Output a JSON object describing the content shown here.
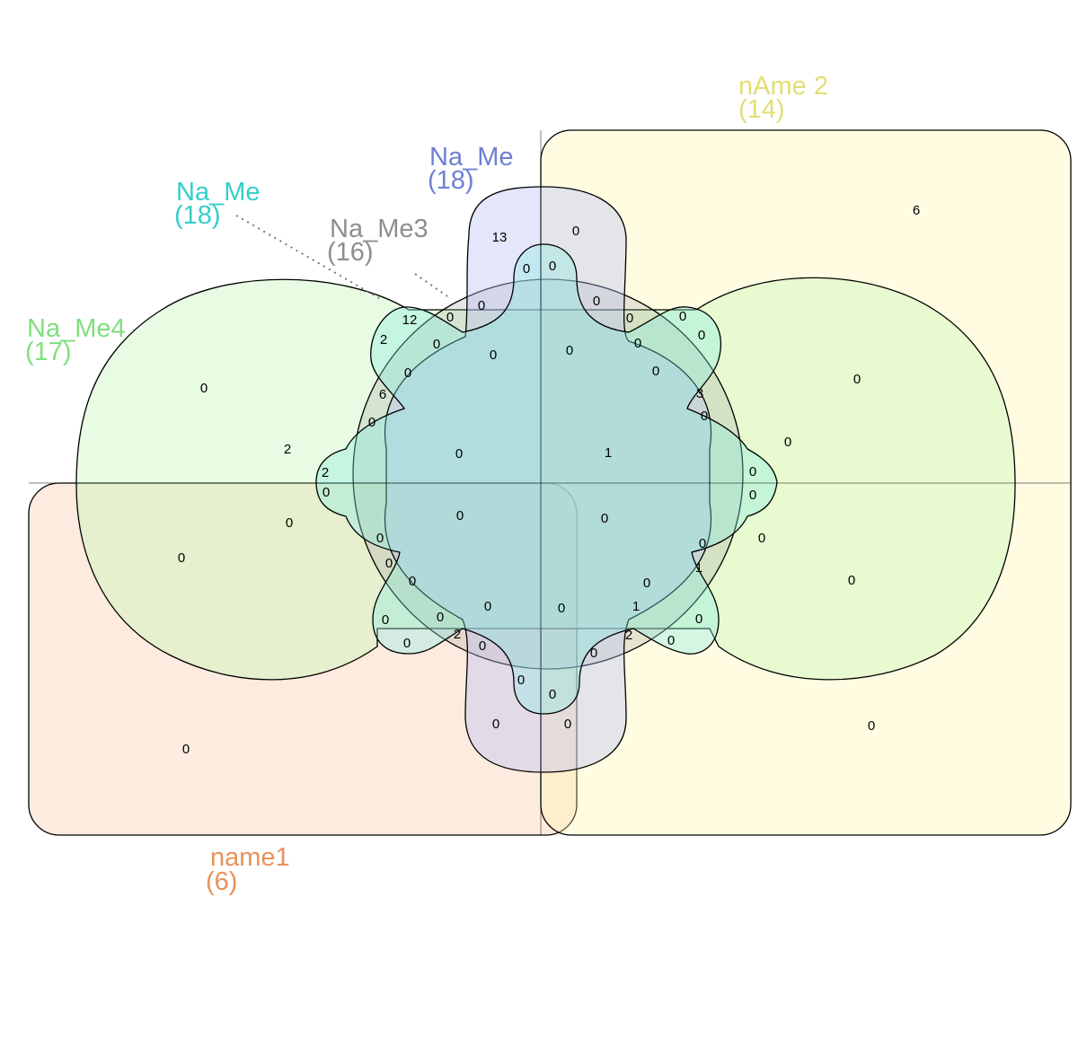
{
  "diagram": {
    "sets": [
      {
        "key": "name1",
        "label": "name1",
        "count": "(6)",
        "color": "#e8925a",
        "fill": "#fdd3b8"
      },
      {
        "key": "name2",
        "label": "nAme 2",
        "count": "(14)",
        "color": "#e2de74",
        "fill": "#fffbc2"
      },
      {
        "key": "name_me",
        "label": "Na_Me",
        "count": "(18)",
        "color": "#6f7fd6",
        "fill": "#b9c1f5"
      },
      {
        "key": "name3",
        "label": "Na_Me3",
        "count": "(16)",
        "color": "#8e8e8e",
        "fill": "#acacac"
      },
      {
        "key": "name_mec",
        "label": "Na_Me",
        "count": "(18)",
        "color": "#33cfc9",
        "fill": "#85eae3"
      },
      {
        "key": "name4",
        "label": "Na_Me4",
        "count": "(17)",
        "color": "#7fdf7f",
        "fill": "#c8f8c0"
      }
    ],
    "region_values": [
      "6",
      "0",
      "13",
      "0",
      "0",
      "0",
      "12",
      "0",
      "0",
      "0",
      "0",
      "0",
      "0",
      "2",
      "0",
      "0",
      "0",
      "0",
      "3",
      "0",
      "0",
      "6",
      "0",
      "1",
      "0",
      "2",
      "0",
      "2",
      "0",
      "0",
      "0",
      "0",
      "0",
      "0",
      "0",
      "0",
      "0",
      "0",
      "0",
      "0",
      "0",
      "0",
      "1",
      "0",
      "0",
      "0",
      "0",
      "0",
      "0",
      "0",
      "0",
      "0",
      "1",
      "0",
      "0",
      "2",
      "0",
      "2",
      "0",
      "0",
      "0",
      "0",
      "0",
      "0"
    ]
  }
}
